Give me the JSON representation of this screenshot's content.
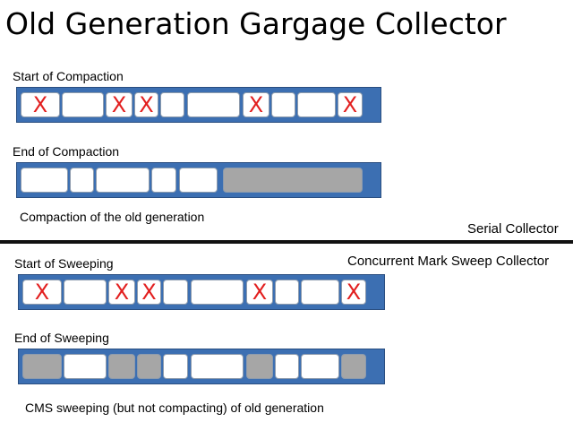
{
  "title": "Old Generation Gargage Collector",
  "serial": {
    "start_label": "Start of Compaction",
    "end_label": "End of Compaction",
    "caption": "Compaction of the old generation",
    "collector_label": "Serial Collector"
  },
  "cms": {
    "collector_label": "Concurrent Mark Sweep Collector",
    "start_label": "Start of Sweeping",
    "end_label": "End of Sweeping",
    "caption": "CMS sweeping (but not compacting) of old generation"
  },
  "mark": "X",
  "colors": {
    "heap_bar": "#3c6fb2",
    "free_cell": "#ffffff",
    "live_cell": "#a6a6a6",
    "x_mark": "#e21f1f"
  }
}
